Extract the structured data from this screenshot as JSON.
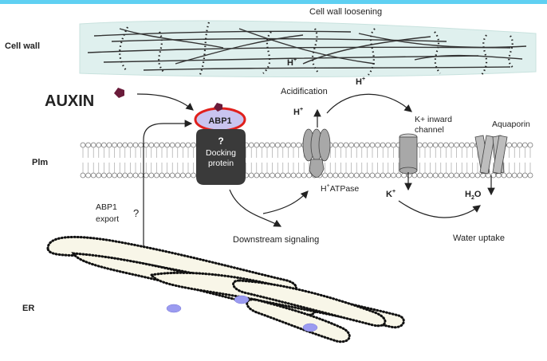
{
  "colors": {
    "top_bar": "#5fd0f2",
    "cell_wall_fill": "#dff0ee",
    "abp1_fill": "#c9c4ef",
    "abp1_border": "#e0201c",
    "auxin": "#6a1b3a",
    "docking_fill": "#3a3a3a",
    "er_fill": "#f8f6e8",
    "er_vesicle": "#9b9bf0",
    "channel_gray": "#a8a8a8"
  },
  "labels": {
    "cell_wall": "Cell wall",
    "cell_wall_loosening": "Cell wall loosening",
    "auxin": "AUXIN",
    "abp1": "ABP1",
    "docking_q": "?",
    "docking_1": "Docking",
    "docking_2": "protein",
    "pm": "Plm",
    "er": "ER",
    "acidification": "Acidification",
    "h_wall_1": "H",
    "h_wall_2": "H",
    "h_pump": "H",
    "atpase_h": "H",
    "atpase": "ATPase",
    "k_channel_1": "K+ inward",
    "k_channel_2": "channel",
    "aquaporin": "Aquaporin",
    "k_ion": "K",
    "h2o_h": "H",
    "h2o_2": "2",
    "h2o_o": "O",
    "abp1_export_1": "ABP1",
    "abp1_export_2": "export",
    "export_q": "?",
    "downstream": "Downstream signaling",
    "water_uptake": "Water uptake",
    "plus": "+"
  }
}
